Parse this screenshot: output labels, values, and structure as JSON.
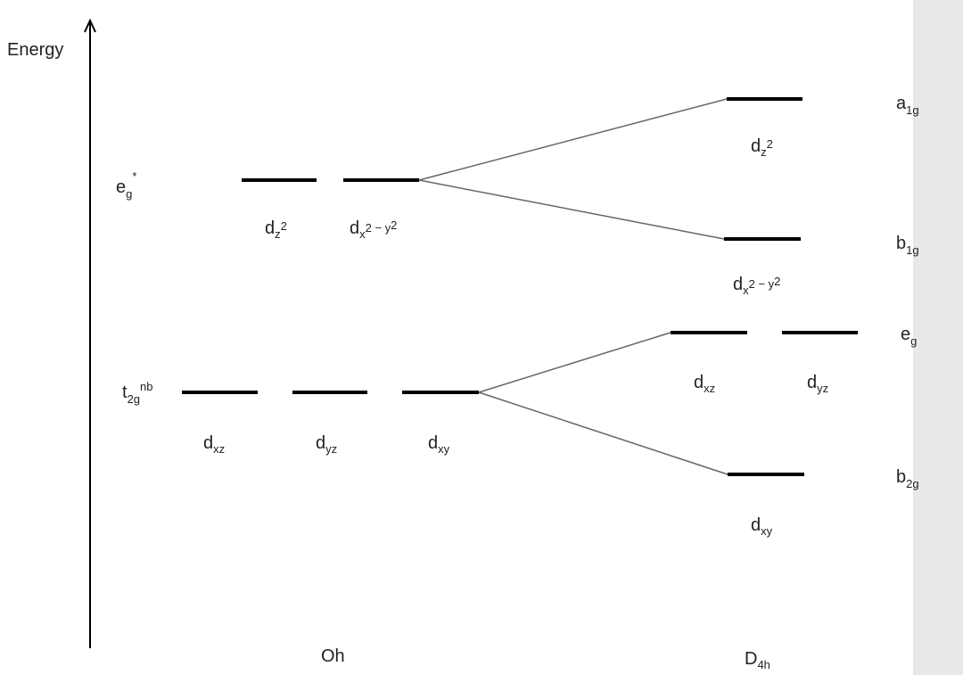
{
  "axis_label": "Energy",
  "left": {
    "group": "Oh",
    "eg": {
      "main": "e",
      "sub": "g",
      "sup": "*"
    },
    "t2g": {
      "main": "t",
      "sub": "2g",
      "sup": "nb"
    },
    "eg_orbitals": [
      {
        "main": "d",
        "sub": "z",
        "sup": "2"
      },
      {
        "main": "d",
        "sub": "x",
        "sup": "2 − y",
        "sup2": "2"
      }
    ],
    "t2g_orbitals": [
      {
        "main": "d",
        "sub": "xz"
      },
      {
        "main": "d",
        "sub": "yz"
      },
      {
        "main": "d",
        "sub": "xy"
      }
    ]
  },
  "right": {
    "group": {
      "main": "D",
      "sub": "4h"
    },
    "a1g": {
      "main": "a",
      "sub": "1g",
      "orbital": {
        "main": "d",
        "sub": "z",
        "sup": "2"
      }
    },
    "b1g": {
      "main": "b",
      "sub": "1g",
      "orbital": {
        "main": "d",
        "sub": "x",
        "sup": "2 − y",
        "sup2": "2"
      }
    },
    "eg": {
      "main": "e",
      "sub": "g",
      "orbitals": [
        {
          "main": "d",
          "sub": "xz"
        },
        {
          "main": "d",
          "sub": "yz"
        }
      ]
    },
    "b2g": {
      "main": "b",
      "sub": "2g",
      "orbital": {
        "main": "d",
        "sub": "xy"
      }
    }
  },
  "colors": {
    "level": "#000000",
    "connector": "#666666",
    "side_panel": "#e8e8e8"
  }
}
